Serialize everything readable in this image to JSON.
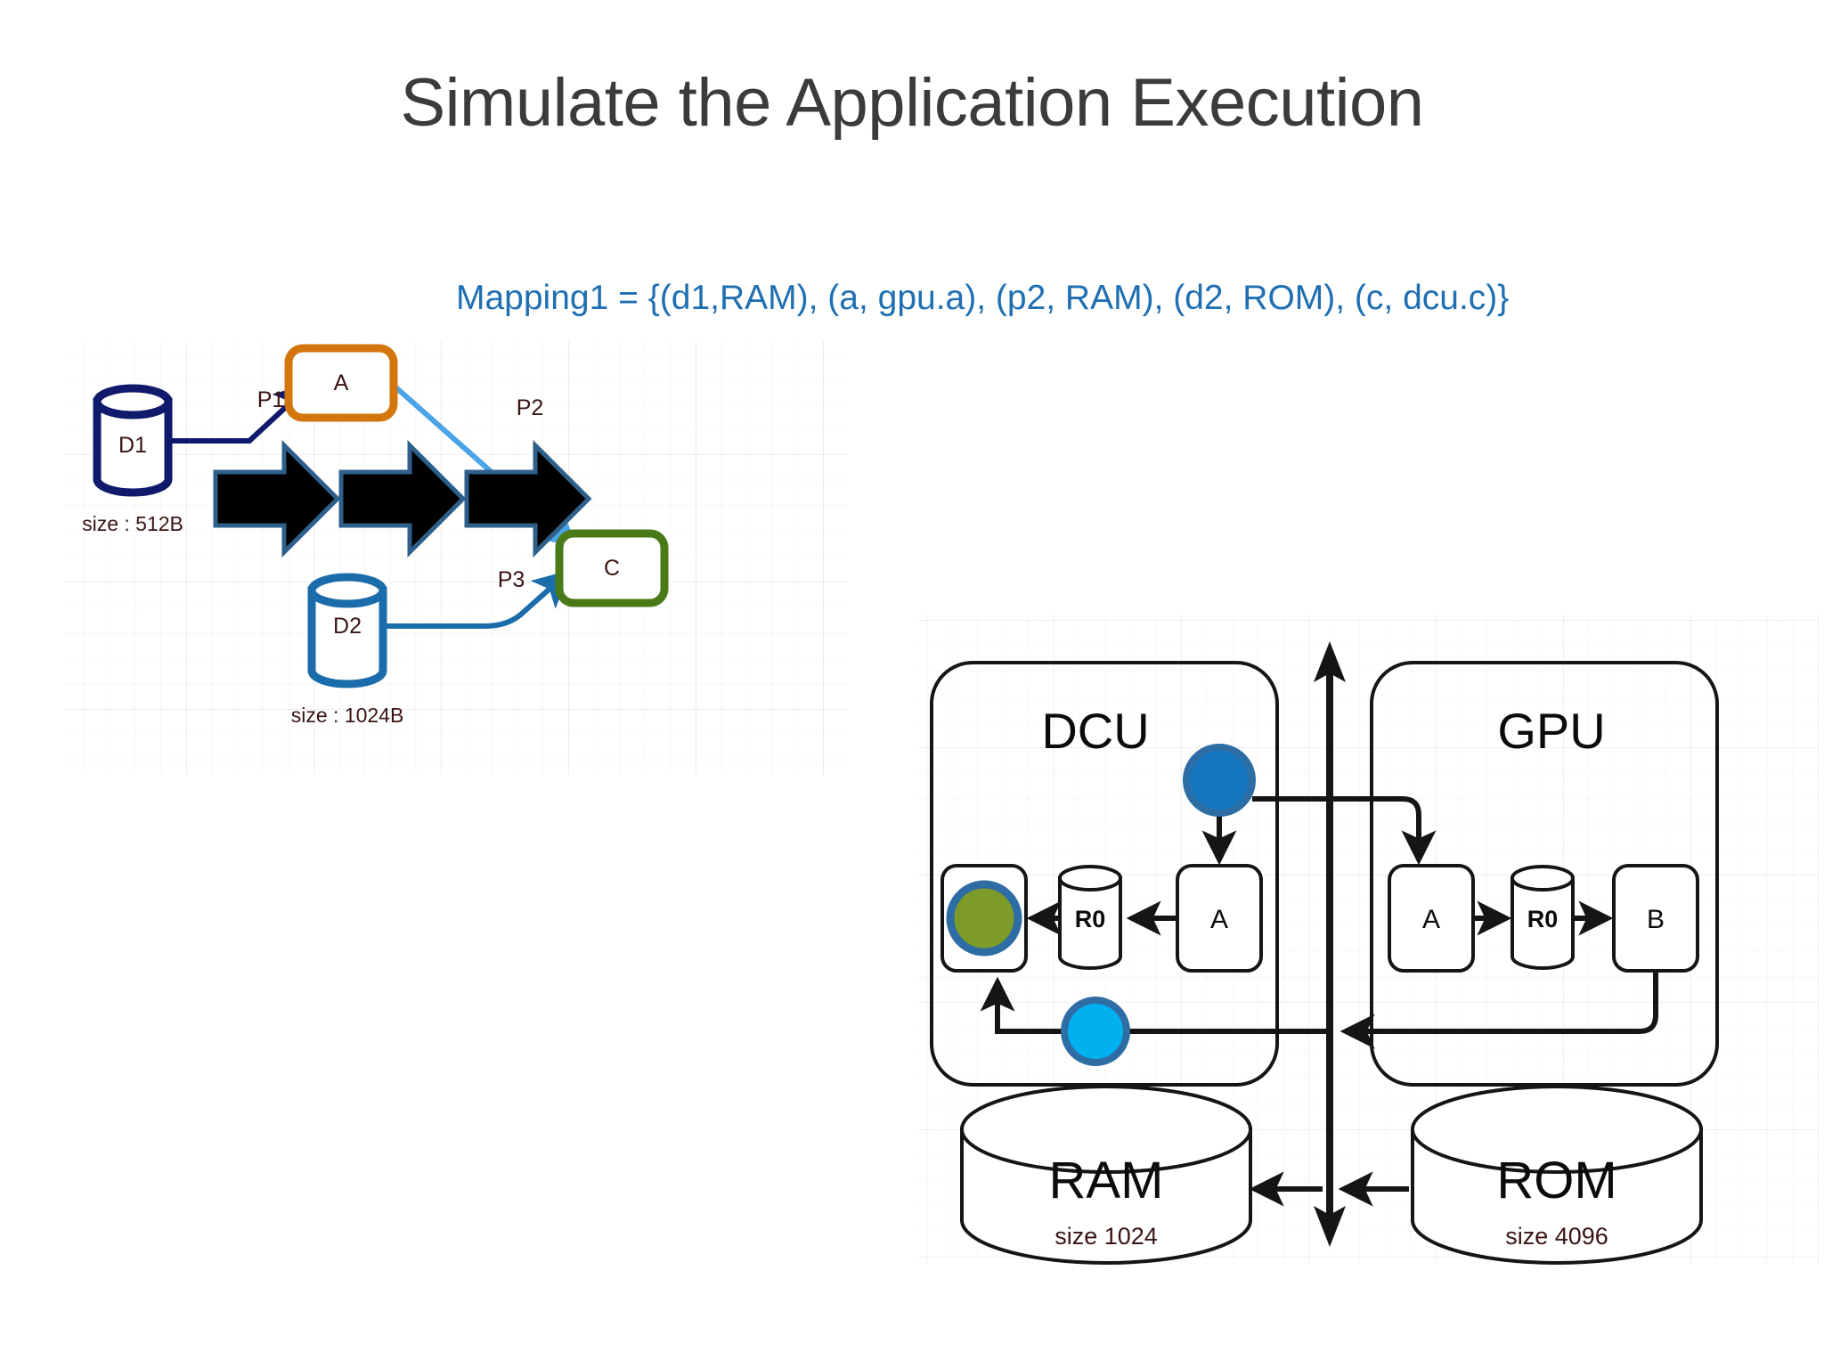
{
  "slide": {
    "title": "Simulate the Application Execution",
    "mapping_text": "Mapping1 = {(d1,RAM), (a, gpu.a), (p2, RAM), (d2, ROM), (c, dcu.c)}"
  },
  "colors": {
    "title_gray": "#3b3b3b",
    "mapping_blue": "#1f6fb2",
    "d1_navy": "#10196b",
    "d2_blue": "#1b6cab",
    "box_a_orange": "#d4760e",
    "box_c_green": "#4a7a18",
    "arrow_black_fill": "#000000",
    "arrow_black_stroke": "#2e5f8a",
    "p2_light_blue": "#4ba3e8",
    "label_maroon": "#3a1414",
    "circle_dark_blue": "#1577c0",
    "circle_cyan": "#00b0ef",
    "circle_olive": "#7d9b28",
    "circle_ring": "#2e6da4",
    "platform_line": "#151515"
  },
  "app_graph": {
    "data_nodes": [
      {
        "id": "d1",
        "label": "D1",
        "size_label": "size : 512B",
        "color": "#10196b"
      },
      {
        "id": "d2",
        "label": "D2",
        "size_label": "size : 1024B",
        "color": "#1b6cab"
      }
    ],
    "task_nodes": [
      {
        "id": "a",
        "label": "A",
        "color": "#d4760e"
      },
      {
        "id": "c",
        "label": "C",
        "color": "#4a7a18"
      }
    ],
    "edges": [
      {
        "id": "p1",
        "label": "P1",
        "from": "D1",
        "to": "A"
      },
      {
        "id": "p2",
        "label": "P2",
        "from": "A",
        "to": "C"
      },
      {
        "id": "p3",
        "label": "P3",
        "from": "D2",
        "to": "C"
      }
    ],
    "progress_arrows": 3
  },
  "platform": {
    "units": [
      {
        "id": "dcu",
        "label": "DCU",
        "elements": [
          {
            "type": "box",
            "label": ""
          },
          {
            "type": "register",
            "label": "R0"
          },
          {
            "type": "box",
            "label": "A"
          }
        ],
        "tokens": [
          {
            "id": "dcu-token-in",
            "color": "#1577c0"
          },
          {
            "id": "dcu-token-bus",
            "color": "#00b0ef"
          },
          {
            "id": "dcu-token-result",
            "color": "#7d9b28"
          }
        ]
      },
      {
        "id": "gpu",
        "label": "GPU",
        "elements": [
          {
            "type": "box",
            "label": "A"
          },
          {
            "type": "register",
            "label": "R0"
          },
          {
            "type": "box",
            "label": "B"
          }
        ],
        "tokens": []
      }
    ],
    "memories": [
      {
        "id": "ram",
        "label": "RAM",
        "size_label": "size 1024"
      },
      {
        "id": "rom",
        "label": "ROM",
        "size_label": "size 4096"
      }
    ],
    "bus": {
      "id": "system-bus",
      "label": ""
    }
  }
}
